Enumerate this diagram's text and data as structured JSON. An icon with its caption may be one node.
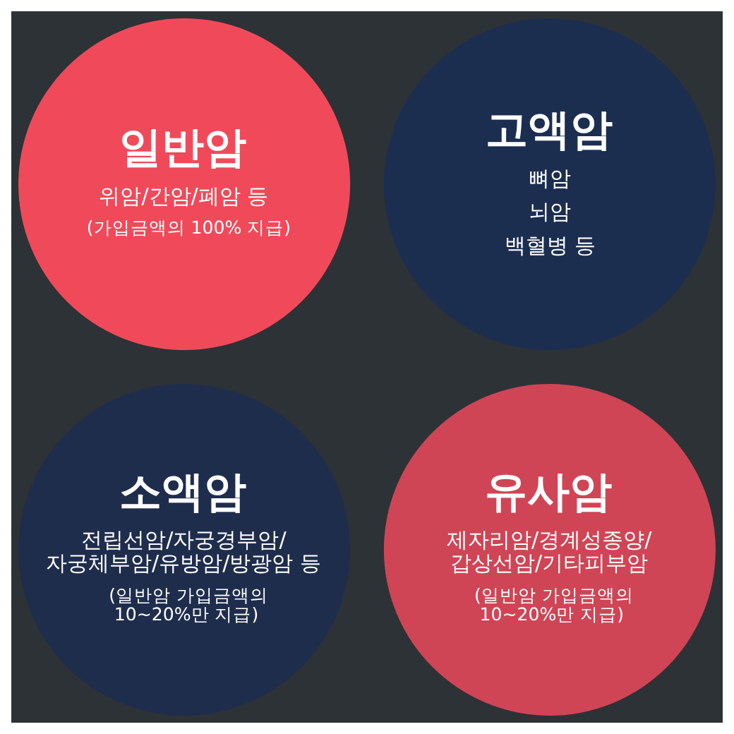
{
  "diagram": {
    "nodes": [
      {
        "text": [
          "일반암",
          "위암/간암/폐암 등",
          "(가입금액의 100% 지급)"
        ]
      },
      {
        "text": [
          "고액암",
          "뼈암",
          "뇌암",
          "백혈병 등"
        ]
      },
      {
        "text": [
          "소액암",
          "전립선암/자궁경부암/ 자궁체부암/유방암/방광암 등",
          "(일반암 가입금액의 10~20%만 지급)"
        ]
      },
      {
        "text": [
          "유사암",
          "제자리암/경계성종양/ 갑상선암/기타피부암",
          "(일반암 가입금액의 10~20%만 지급)"
        ]
      }
    ]
  }
}
